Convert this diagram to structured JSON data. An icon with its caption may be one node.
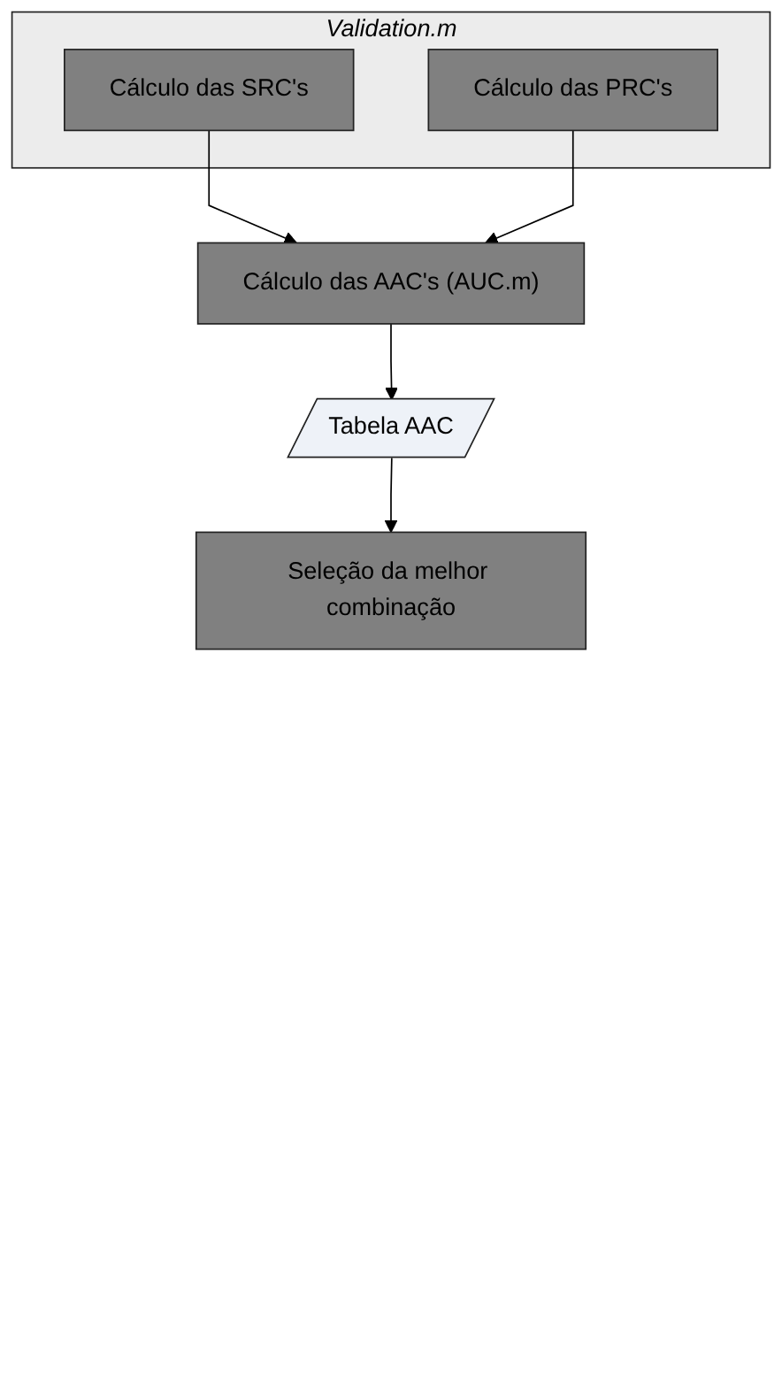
{
  "diagram": {
    "nodes": [
      {
        "text": [
          "Validation.m"
        ]
      },
      {
        "text": [
          "Cálculo das SRC's"
        ],
        "in": 0
      },
      {
        "text": [
          "Cálculo das PRC's"
        ],
        "in": 0
      },
      {
        "text": [
          "Cálculo das AAC's (AUC.m)"
        ]
      },
      {
        "text": [
          "Tabela AAC"
        ]
      },
      {
        "text": [
          "Seleção da melhor combinação"
        ]
      }
    ],
    "edges": [
      {
        "from": 1,
        "to": 3,
        "arrow": "to"
      },
      {
        "from": 2,
        "to": 3,
        "arrow": "to"
      },
      {
        "from": 3,
        "to": 4,
        "arrow": "to"
      },
      {
        "from": 4,
        "to": 5,
        "arrow": "to"
      }
    ]
  }
}
